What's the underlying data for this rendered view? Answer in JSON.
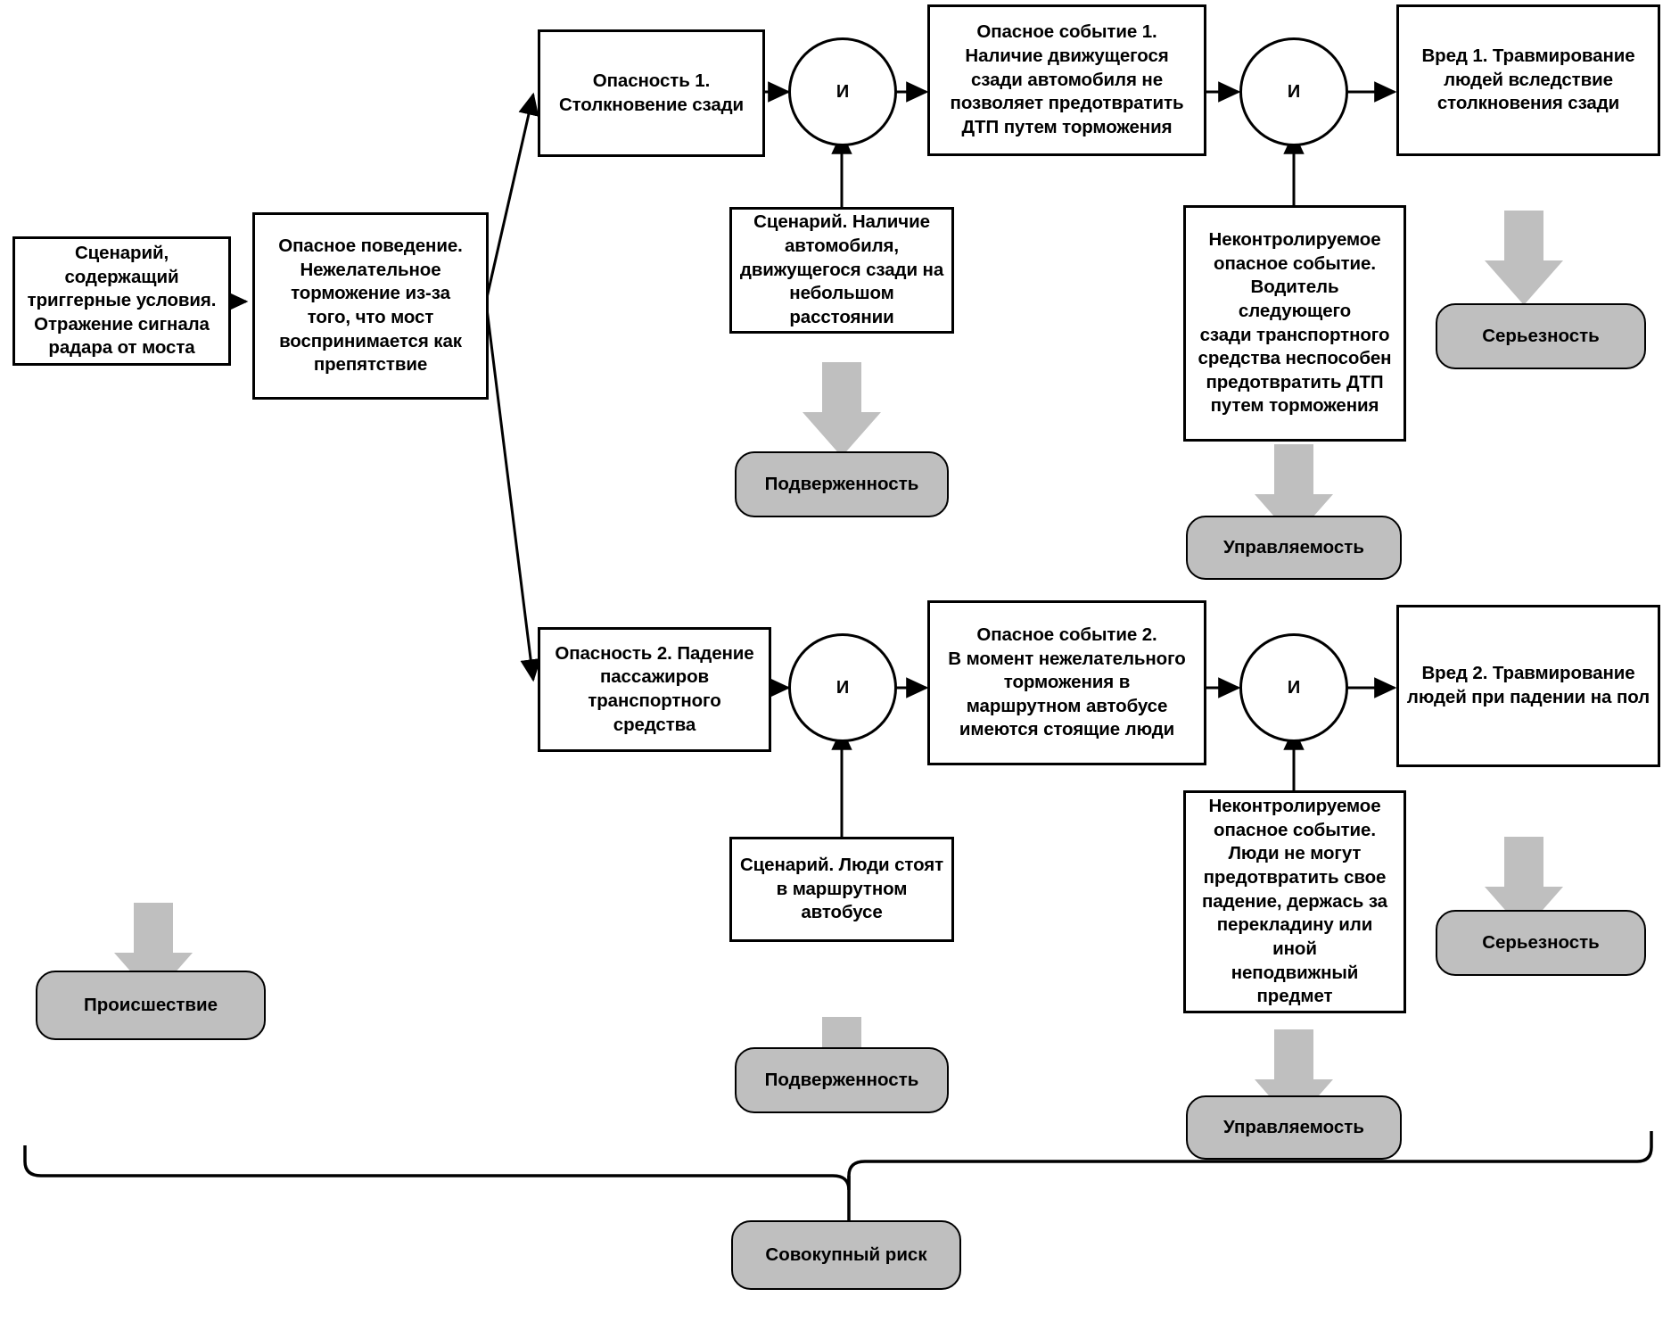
{
  "diagram": {
    "type": "bowtie-risk-diagram",
    "language": "ru",
    "colors": {
      "stroke": "#000000",
      "box_fill": "#ffffff",
      "pill_fill": "#bfbfbf",
      "arrow_fill": "#bfbfbf"
    }
  },
  "nodes": {
    "trigger_scenario": "Сценарий,\nсодержащий\nтриггерные условия.\nОтражение сигнала\nрадара от моста",
    "hazardous_behavior": "Опасное поведение.\nНежелательное\nторможение из-за\nтого, что мост\nвоспринимается как\nпрепятствие",
    "hazard_1": "Опасность 1.\nСтолкновение сзади",
    "hazard_2": "Опасность 2. Падение\nпассажиров\nтранспортного\nсредства",
    "gate_1a": "И",
    "gate_1b": "И",
    "gate_2a": "И",
    "gate_2b": "И",
    "hazardous_event_1": "Опасное событие 1.\nНаличие движущегося\nсзади автомобиля не\nпозволяет предотвратить\nДТП путем торможения",
    "hazardous_event_2": "Опасное событие 2.\nВ момент нежелательного\nторможения в\nмаршрутном автобусе\nимеются стоящие люди",
    "scenario_1": "Сценарий. Наличие\nавтомобиля,\nдвижущегося сзади на\nнебольшом\nрасстоянии",
    "scenario_2": "Сценарий. Люди стоят\nв маршрутном\nавтобусе",
    "uncontrolled_1": "Неконтролируемое\nопасное событие.\nВодитель следующего\nсзади транспортного\nсредства неспособен\nпредотвратить ДТП\nпутем торможения",
    "uncontrolled_2": "Неконтролируемое\nопасное событие.\nЛюди не могут\nпредотвратить свое\nпадение, держась за\nперекладину или иной\nнеподвижный\nпредмет",
    "harm_1": "Вред 1. Травмирование\nлюдей вследствие\nстолкновения сзади",
    "harm_2": "Вред 2. Травмирование\nлюдей при падении на пол"
  },
  "metrics": {
    "incident": "Происшествие",
    "exposure_1": "Подверженность",
    "exposure_2": "Подверженность",
    "controllability_1": "Управляемость",
    "controllability_2": "Управляемость",
    "severity_1": "Серьезность",
    "severity_2": "Серьезность",
    "total_risk": "Совокупный риск"
  }
}
